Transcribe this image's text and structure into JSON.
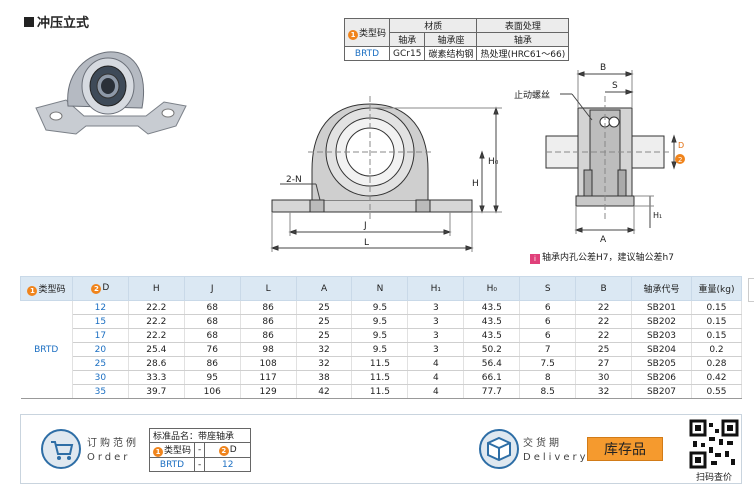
{
  "section_title": "冲压立式",
  "material_table": {
    "col_type": "类型码",
    "col_material": "材质",
    "col_surface": "表面处理",
    "sub_bearing": "轴承",
    "sub_seat": "轴承座",
    "sub_surface_bearing": "轴承",
    "type_value": "BRTD",
    "bearing_material": "GCr15",
    "seat_material": "碳素结构钢",
    "surface_treatment": "热处理(HRC61～66)"
  },
  "drawing": {
    "label_set_screw": "止动螺丝",
    "label_2n": "2-N",
    "label_j": "J",
    "label_l": "L",
    "label_h": "H",
    "label_h0": "H₀",
    "label_b": "B",
    "label_s": "S",
    "label_a": "A",
    "label_h1": "H₁",
    "label_d": "D"
  },
  "note_text": "轴承内孔公差H7，建议轴公差h7",
  "spec_table": {
    "headers": [
      "类型码",
      "D",
      "H",
      "J",
      "L",
      "A",
      "N",
      "H₁",
      "H₀",
      "S",
      "B",
      "轴承代号",
      "重量(kg)"
    ],
    "type_code": "BRTD",
    "rows": [
      [
        "12",
        "22.2",
        "68",
        "86",
        "25",
        "9.5",
        "3",
        "43.5",
        "6",
        "22",
        "SB201",
        "0.15"
      ],
      [
        "15",
        "22.2",
        "68",
        "86",
        "25",
        "9.5",
        "3",
        "43.5",
        "6",
        "22",
        "SB202",
        "0.15"
      ],
      [
        "17",
        "22.2",
        "68",
        "86",
        "25",
        "9.5",
        "3",
        "43.5",
        "6",
        "22",
        "SB203",
        "0.15"
      ],
      [
        "20",
        "25.4",
        "76",
        "98",
        "32",
        "9.5",
        "3",
        "50.2",
        "7",
        "25",
        "SB204",
        "0.2"
      ],
      [
        "25",
        "28.6",
        "86",
        "108",
        "32",
        "11.5",
        "4",
        "56.4",
        "7.5",
        "27",
        "SB205",
        "0.28"
      ],
      [
        "30",
        "33.3",
        "95",
        "117",
        "38",
        "11.5",
        "4",
        "66.1",
        "8",
        "30",
        "SB206",
        "0.42"
      ],
      [
        "35",
        "39.7",
        "106",
        "129",
        "42",
        "11.5",
        "4",
        "77.7",
        "8.5",
        "32",
        "SB207",
        "0.55"
      ]
    ]
  },
  "order": {
    "title": "订购范例",
    "title_en": "Order",
    "std_name_label": "标准品名：带座轴承",
    "col_type": "类型码",
    "col_dash": "-",
    "col_d": "D",
    "val_type": "BRTD",
    "val_dash": "-",
    "val_d": "12"
  },
  "delivery": {
    "title": "交货期",
    "title_en": "Delivery",
    "stock_label": "库存品",
    "qr_label": "扫码查价"
  }
}
